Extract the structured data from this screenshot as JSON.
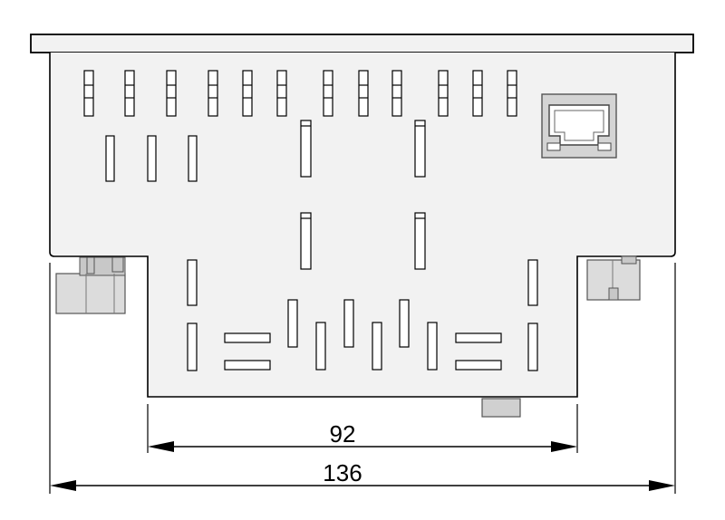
{
  "diagram": {
    "dimensions": [
      {
        "id": "cutout-width",
        "label": "92"
      },
      {
        "id": "overall-depth",
        "label": "136"
      }
    ],
    "parts": {
      "front_panel": "front-plate",
      "housing": "housing-body",
      "ethernet": "rj45-port",
      "left_clip": "mount-clip-left",
      "right_clip": "mount-clip-right",
      "connector": "bottom-connector"
    },
    "colors": {
      "outline": "#000000",
      "body_fill": "#f2f2f2",
      "clip_fill": "#dcdcdc",
      "port_fill": "#d4d4d4"
    }
  }
}
